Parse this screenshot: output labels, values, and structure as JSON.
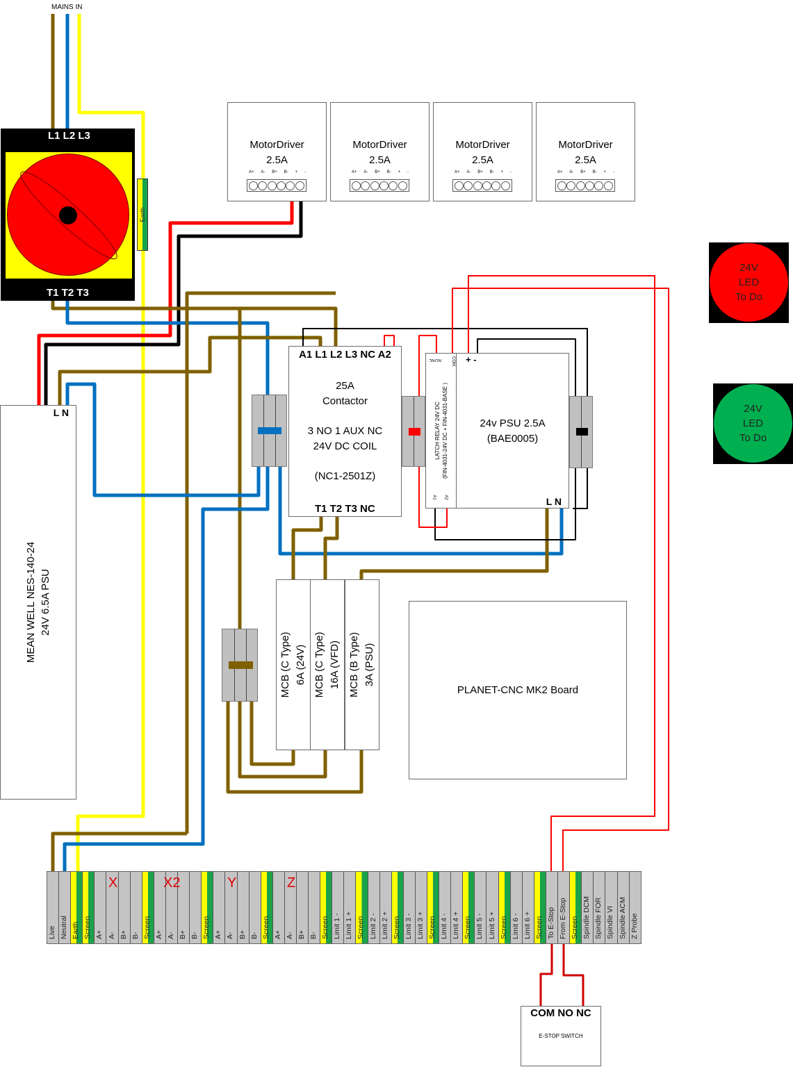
{
  "mains": {
    "label": "MAINS IN"
  },
  "isolator": {
    "top_terminals": "L1 L2 L3",
    "bottom_terminals": "T1 T2 T3",
    "earth_label": "Earth"
  },
  "motor_drivers": [
    {
      "name": "MotorDriver",
      "rating": "2.5A",
      "pins": [
        "A+",
        "A-",
        "B+",
        "B-",
        "+",
        "-"
      ]
    },
    {
      "name": "MotorDriver",
      "rating": "2.5A",
      "pins": [
        "A+",
        "A-",
        "B+",
        "B-",
        "+",
        "-"
      ]
    },
    {
      "name": "MotorDriver",
      "rating": "2.5A",
      "pins": [
        "A+",
        "A-",
        "B+",
        "B-",
        "+",
        "-"
      ]
    },
    {
      "name": "MotorDriver",
      "rating": "2.5A",
      "pins": [
        "A+",
        "A-",
        "B+",
        "B-",
        "+",
        "-"
      ]
    }
  ],
  "leds": [
    {
      "line1": "24V",
      "line2": "LED",
      "line3": "To Do",
      "color": "#ff0000"
    },
    {
      "line1": "24V",
      "line2": "LED",
      "line3": "To Do",
      "color": "#00b050"
    }
  ],
  "meanwell_psu": {
    "terminals": "L N",
    "line1": "MEAN WELL NES-140-24",
    "line2": "24V 6.5A PSU"
  },
  "contactor": {
    "top_terminals": "A1 L1 L2 L3 NC A2",
    "line1": "25A",
    "line2": "Contactor",
    "line3": "3 NO 1 AUX NC",
    "line4": "24V DC COIL",
    "line5": "(NC1-2501Z)",
    "bottom_terminals": "T1 T2 T3 NC"
  },
  "latch_relay": {
    "line1": "LATCH RELAY 24V DC",
    "line2": "(FIN-4031-24V DC + FIN-4031-BASE )",
    "pins_top": [
      "NC",
      "NO",
      "COM"
    ],
    "pins_bottom": [
      "A1",
      "A2"
    ]
  },
  "psu_small": {
    "polarity": "+ -",
    "line1": "24v PSU 2.5A",
    "line2": "(BAE0005)",
    "terminals": "L N"
  },
  "mcbs": [
    {
      "line1": "MCB (C Type)",
      "line2": "6A (24V)"
    },
    {
      "line1": "MCB (C Type)",
      "line2": "16A (VFD)"
    },
    {
      "line1": "MCB (B Type)",
      "line2": "3A (PSU)"
    }
  ],
  "planet_board": {
    "label": "PLANET-CNC MK2 Board"
  },
  "terminal_strip": {
    "axis_labels": [
      "X",
      "X2",
      "Y",
      "Z"
    ],
    "cells": [
      {
        "label": "Live",
        "screen": false
      },
      {
        "label": "Neutral",
        "screen": false
      },
      {
        "label": "Earth",
        "screen": true
      },
      {
        "label": "Screen",
        "screen": true
      },
      {
        "label": "A+",
        "screen": false
      },
      {
        "label": "A-",
        "screen": false
      },
      {
        "label": "B+",
        "screen": false
      },
      {
        "label": "B-",
        "screen": false
      },
      {
        "label": "Screen",
        "screen": true
      },
      {
        "label": "A+",
        "screen": false
      },
      {
        "label": "A-",
        "screen": false
      },
      {
        "label": "B+",
        "screen": false
      },
      {
        "label": "B-",
        "screen": false
      },
      {
        "label": "Screen",
        "screen": true
      },
      {
        "label": "A+",
        "screen": false
      },
      {
        "label": "A-",
        "screen": false
      },
      {
        "label": "B+",
        "screen": false
      },
      {
        "label": "B-",
        "screen": false
      },
      {
        "label": "Screen",
        "screen": true
      },
      {
        "label": "A+",
        "screen": false
      },
      {
        "label": "A-",
        "screen": false
      },
      {
        "label": "B+",
        "screen": false
      },
      {
        "label": "B-",
        "screen": false
      },
      {
        "label": "Screen",
        "screen": true
      },
      {
        "label": "Limit 1 -",
        "screen": false
      },
      {
        "label": "Limit 1 +",
        "screen": false
      },
      {
        "label": "Screen",
        "screen": true
      },
      {
        "label": "Limit 2 -",
        "screen": false
      },
      {
        "label": "Limit 2 +",
        "screen": false
      },
      {
        "label": "Screen",
        "screen": true
      },
      {
        "label": "Limit 3 -",
        "screen": false
      },
      {
        "label": "Limit 3 +",
        "screen": false
      },
      {
        "label": "Screen",
        "screen": true
      },
      {
        "label": "Limit 4 -",
        "screen": false
      },
      {
        "label": "Limit 4 +",
        "screen": false
      },
      {
        "label": "Screen",
        "screen": true
      },
      {
        "label": "Limit 5 -",
        "screen": false
      },
      {
        "label": "Limit 5 +",
        "screen": false
      },
      {
        "label": "Screen",
        "screen": true
      },
      {
        "label": "Limit 6 -",
        "screen": false
      },
      {
        "label": "Limit 6 +",
        "screen": false
      },
      {
        "label": "Screen",
        "screen": true
      },
      {
        "label": "To E-Stop",
        "screen": false
      },
      {
        "label": "From E-Stop",
        "screen": false
      },
      {
        "label": "Screen",
        "screen": true
      },
      {
        "label": "Spindle DCM",
        "screen": false
      },
      {
        "label": "Spindle FOR",
        "screen": false
      },
      {
        "label": "Spindle VI",
        "screen": false
      },
      {
        "label": "Spindle ACM",
        "screen": false
      },
      {
        "label": "Z Probe",
        "screen": false
      }
    ]
  },
  "estop": {
    "terminals": "COM NO NC",
    "label": "E-STOP SWITCH"
  },
  "colors": {
    "live": "#7f6000",
    "neutral": "#0070c0",
    "earth": "#ffff00",
    "positive": "#ff0000",
    "negative": "#000000",
    "screen_green": "#1aa34a"
  }
}
